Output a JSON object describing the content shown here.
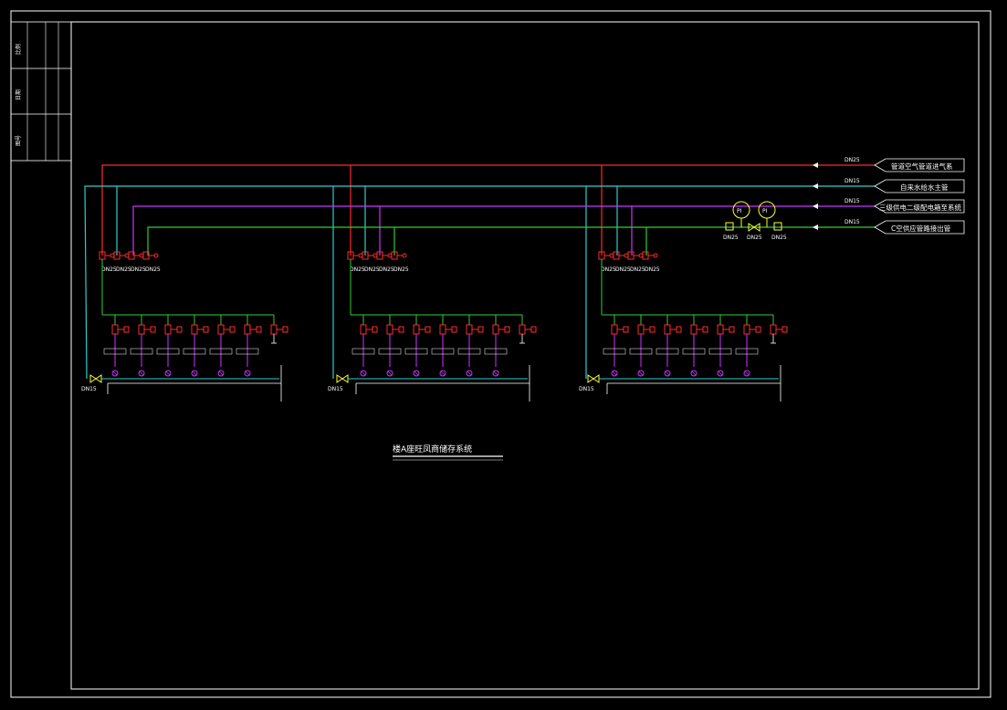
{
  "drawing": {
    "title": "楼A座旺凤商储存系统",
    "supply_lines": [
      {
        "label": "管道空气管道进气系",
        "spec": "DN25"
      },
      {
        "label": "自来水给水主管",
        "spec": "DN15"
      },
      {
        "label": "三级供电二级配电箱至系统",
        "spec": "DN15"
      },
      {
        "label": "C空供应管路接出管",
        "spec": "DN15"
      }
    ],
    "gauges": [
      "PI",
      "PI"
    ],
    "gauge_valve_labels": [
      "DN25",
      "DN25",
      "DN25"
    ],
    "branches": [
      {
        "tap_labels": [
          "DN25",
          "DN25",
          "DN25",
          "DN25"
        ],
        "drain_label": "DN15"
      },
      {
        "tap_labels": [
          "DN25",
          "DN25",
          "DN25",
          "DN25"
        ],
        "drain_label": "DN15"
      },
      {
        "tap_labels": [
          "DN25",
          "DN25",
          "DN25",
          "DN25"
        ],
        "drain_label": "DN15"
      }
    ],
    "title_block": [
      "比例",
      "日期",
      "图号"
    ]
  },
  "colors": {
    "background": "#000000",
    "frame": "#ffffff",
    "gas_line": "#ff2a2a",
    "water_line": "#33cccc",
    "power_line": "#cc33ff",
    "green_line": "#33cc33",
    "valve": "#ff2a2a",
    "gauge": "#ffff33"
  }
}
